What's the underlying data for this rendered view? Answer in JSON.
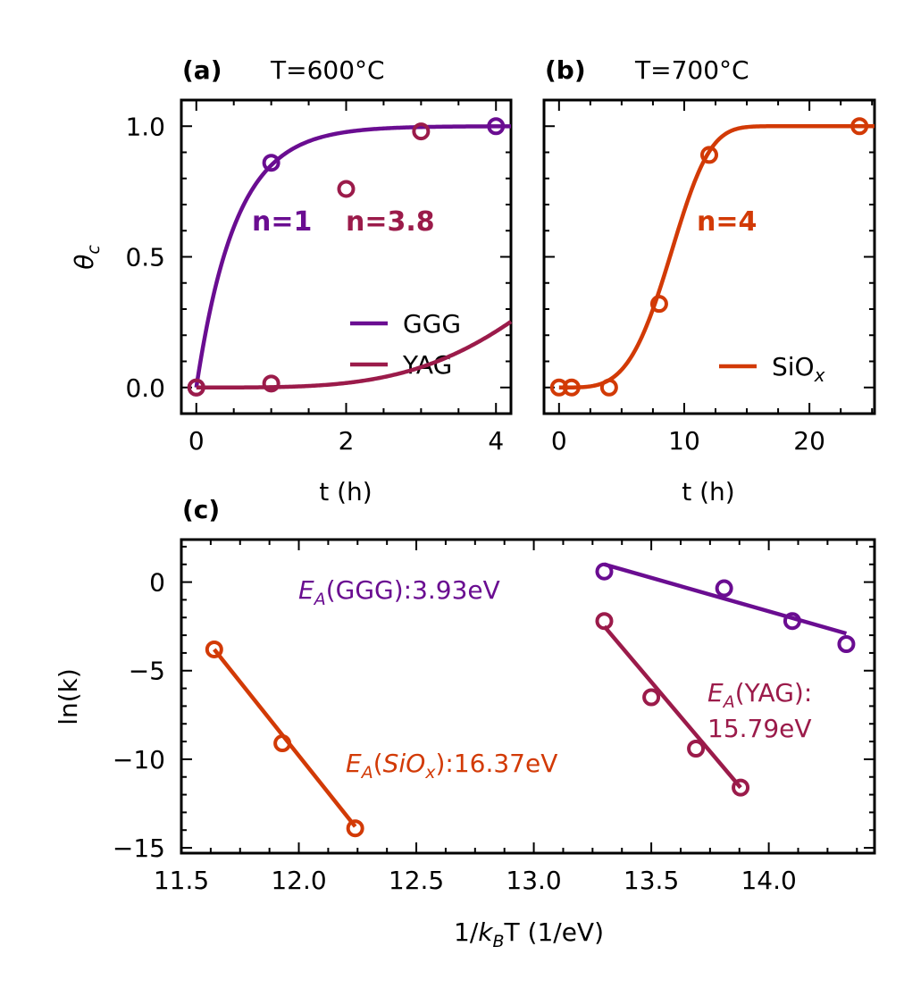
{
  "colors": {
    "ggg": "#6a0d91",
    "yag": "#9b1b4a",
    "sio": "#d23a06",
    "axis": "#000000"
  },
  "chart_data": [
    {
      "panel": "a",
      "type": "scatter",
      "panel_label": "(a)",
      "title": "T=600°C",
      "xlabel": "t (h)",
      "ylabel": "θc",
      "xlim": [
        -0.2,
        4.2
      ],
      "ylim": [
        -0.1,
        1.1
      ],
      "xticks": [
        0,
        2,
        4
      ],
      "xtick_labels": [
        "0",
        "2",
        "4"
      ],
      "yticks": [
        0.0,
        0.5,
        1.0
      ],
      "ytick_labels": [
        "0.0",
        "0.5",
        "1.0"
      ],
      "series": [
        {
          "name": "GGG",
          "color_key": "ggg",
          "x": [
            0,
            1,
            4
          ],
          "y": [
            0.0,
            0.86,
            1.0
          ],
          "fit": {
            "model": "avrami",
            "n": 1,
            "k": 1.9
          }
        },
        {
          "name": "YAG",
          "color_key": "yag",
          "x": [
            0,
            1,
            2,
            3
          ],
          "y": [
            0.0,
            0.015,
            0.76,
            0.98
          ],
          "fit": {
            "model": "avrami",
            "n": 3.8,
            "k": 0.172
          }
        }
      ],
      "annotations": [
        {
          "text": "n=1",
          "color_key": "ggg",
          "x": 0.75,
          "y": 0.62
        },
        {
          "text": "n=3.8",
          "color_key": "yag",
          "x": 2.0,
          "y": 0.62
        }
      ],
      "legend": {
        "placement": "lower-right",
        "entries": [
          "GGG",
          "YAG"
        ]
      }
    },
    {
      "panel": "b",
      "type": "scatter",
      "panel_label": "(b)",
      "title": "T=700°C",
      "xlabel": "t (h)",
      "xlim": [
        -1.2,
        25.2
      ],
      "ylim": [
        -0.1,
        1.1
      ],
      "xticks": [
        0,
        10,
        20
      ],
      "xtick_labels": [
        "0",
        "10",
        "20"
      ],
      "yticks": [
        0.0,
        0.5,
        1.0
      ],
      "series": [
        {
          "name": "SiOx",
          "color_key": "sio",
          "x": [
            0,
            1,
            4,
            8,
            12,
            24
          ],
          "y": [
            0.0,
            0.0,
            0.0,
            0.32,
            0.89,
            1.0
          ],
          "fit": {
            "model": "avrami",
            "n": 4,
            "k": 0.103
          }
        }
      ],
      "annotations": [
        {
          "text": "n=4",
          "color_key": "sio",
          "x": 11,
          "y": 0.62
        }
      ],
      "legend": {
        "placement": "lower-right",
        "entries": [
          "SiOx"
        ]
      }
    },
    {
      "panel": "c",
      "type": "scatter",
      "panel_label": "(c)",
      "xlabel": "1/kBT (1/eV)",
      "ylabel": "ln(k)",
      "xlim": [
        11.5,
        14.45
      ],
      "ylim": [
        -15.3,
        2.4
      ],
      "xticks": [
        11.5,
        12.0,
        12.5,
        13.0,
        13.5,
        14.0
      ],
      "xtick_labels": [
        "11.5",
        "12.0",
        "12.5",
        "13.0",
        "13.5",
        "14.0"
      ],
      "yticks": [
        0,
        -5,
        -10,
        -15
      ],
      "ytick_labels": [
        "0",
        "−5",
        "−10",
        "−15"
      ],
      "series": [
        {
          "name": "GGG",
          "color_key": "ggg",
          "x": [
            13.3,
            13.81,
            14.1,
            14.33
          ],
          "y": [
            0.6,
            -0.35,
            -2.2,
            -3.5
          ],
          "fit": {
            "x": [
              13.3,
              14.33
            ],
            "y": [
              1.0,
              -2.9
            ]
          }
        },
        {
          "name": "YAG",
          "color_key": "yag",
          "x": [
            13.3,
            13.5,
            13.69,
            13.88
          ],
          "y": [
            -2.2,
            -6.5,
            -9.4,
            -11.6
          ],
          "fit": {
            "x": [
              13.3,
              13.88
            ],
            "y": [
              -2.5,
              -11.6
            ]
          }
        },
        {
          "name": "SiOx",
          "color_key": "sio",
          "x": [
            11.64,
            11.93,
            12.24
          ],
          "y": [
            -3.8,
            -9.1,
            -13.9
          ],
          "fit": {
            "x": [
              11.64,
              12.24
            ],
            "y": [
              -3.8,
              -13.8
            ]
          }
        }
      ],
      "annotations": [
        {
          "text": "EA(GGG):3.93eV",
          "color_key": "ggg"
        },
        {
          "text": "EA(YAG):",
          "color_key": "yag"
        },
        {
          "text": "15.79eV",
          "color_key": "yag"
        },
        {
          "text": "EA(SiOx):16.37eV",
          "color_key": "sio"
        }
      ]
    }
  ]
}
